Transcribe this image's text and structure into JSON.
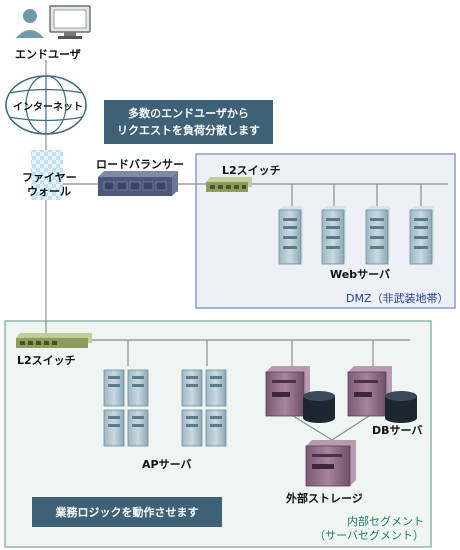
{
  "labels": {
    "end_user": "エンドユーザ",
    "internet": "インターネット",
    "firewall_line1": "ファイヤー",
    "firewall_line2": "ウォール",
    "load_balancer": "ロードバランサー",
    "l2_switch_dmz": "L2スイッチ",
    "web_servers": "Webサーバ",
    "l2_switch_internal": "L2スイッチ",
    "ap_servers": "APサーバ",
    "db_servers": "DBサーバ",
    "external_storage": "外部ストレージ"
  },
  "zones": {
    "dmz": "DMZ（非武装地帯）",
    "internal_line1": "内部セグメント",
    "internal_line2": "（サーバセグメント）"
  },
  "callouts": {
    "top_line1": "多数のエンドユーザから",
    "top_line2": "リクエストを負荷分散します",
    "bottom": "業務ロジックを動作させます"
  },
  "colors": {
    "dmz_border": "#8f9ccc",
    "dmz_fill": "#eef0f8",
    "internal_border": "#8fb5ad",
    "internal_fill": "#eef5f3",
    "callout": "#3e6178",
    "server": "#b7cdd6",
    "db_server": "#8e6b85",
    "switch": "#a4b37a"
  }
}
